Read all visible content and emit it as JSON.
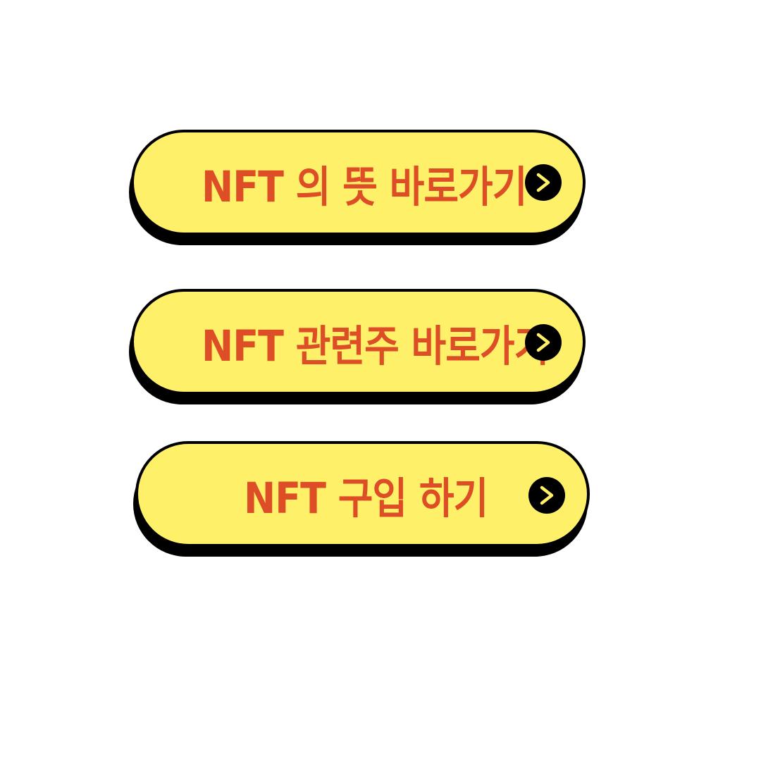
{
  "buttons": [
    {
      "label": "NFT 의 뜻 바로가기",
      "icon": "chevron-right-icon"
    },
    {
      "label": "NFT 관련주 바로가기",
      "icon": "chevron-right-icon"
    },
    {
      "label": "NFT 구입 하기",
      "icon": "chevron-right-icon"
    }
  ],
  "colors": {
    "button_fill": "#fff06a",
    "button_text": "#dd4d26",
    "outline": "#000000",
    "icon_circle": "#000000",
    "icon_chevron": "#fff06a",
    "background": "#ffffff"
  }
}
